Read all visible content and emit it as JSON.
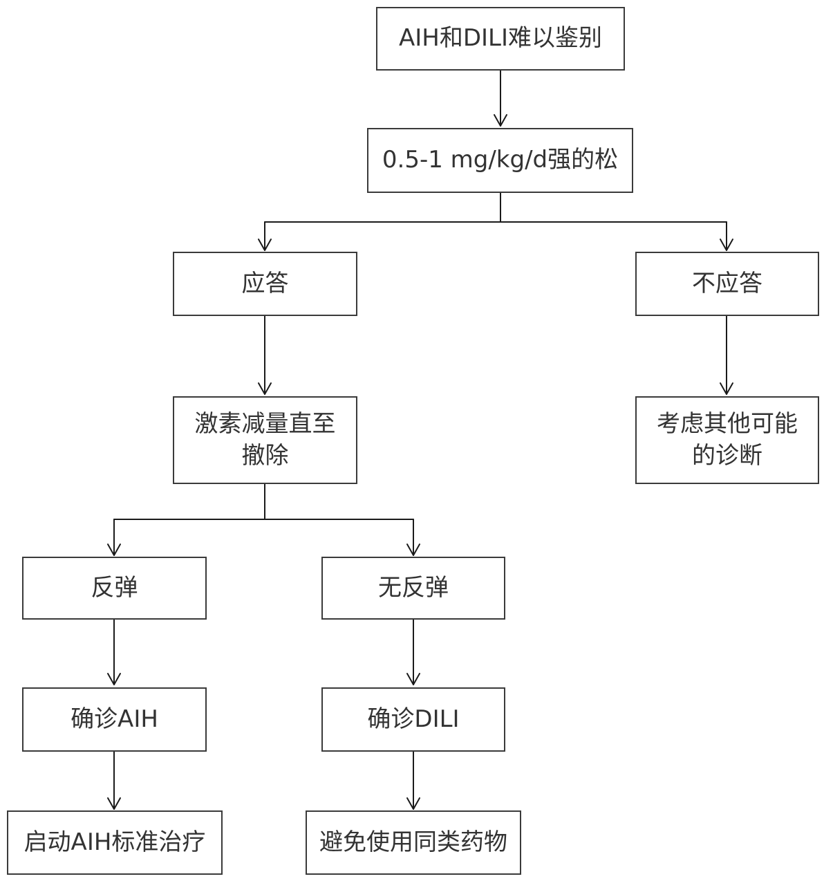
{
  "nodes": {
    "start": "AIH和DILI难以鉴别",
    "prednisone": "0.5-1 mg/kg/d强的松",
    "response": "应答",
    "no_response": "不应答",
    "taper_line1": "激素减量直至",
    "taper_line2": "撤除",
    "consider_line1": "考虑其他可能",
    "consider_line2": "的诊断",
    "relapse": "反弹",
    "no_relapse": "无反弹",
    "confirm_aih": "确诊AIH",
    "confirm_dili": "确诊DILI",
    "start_aih_treatment": "启动AIH标准治疗",
    "avoid_drugs": "避免使用同类药物"
  },
  "colors": {
    "line": "#1a1a1a",
    "border": "#3a3a3a",
    "text": "#333333",
    "background": "#ffffff"
  }
}
